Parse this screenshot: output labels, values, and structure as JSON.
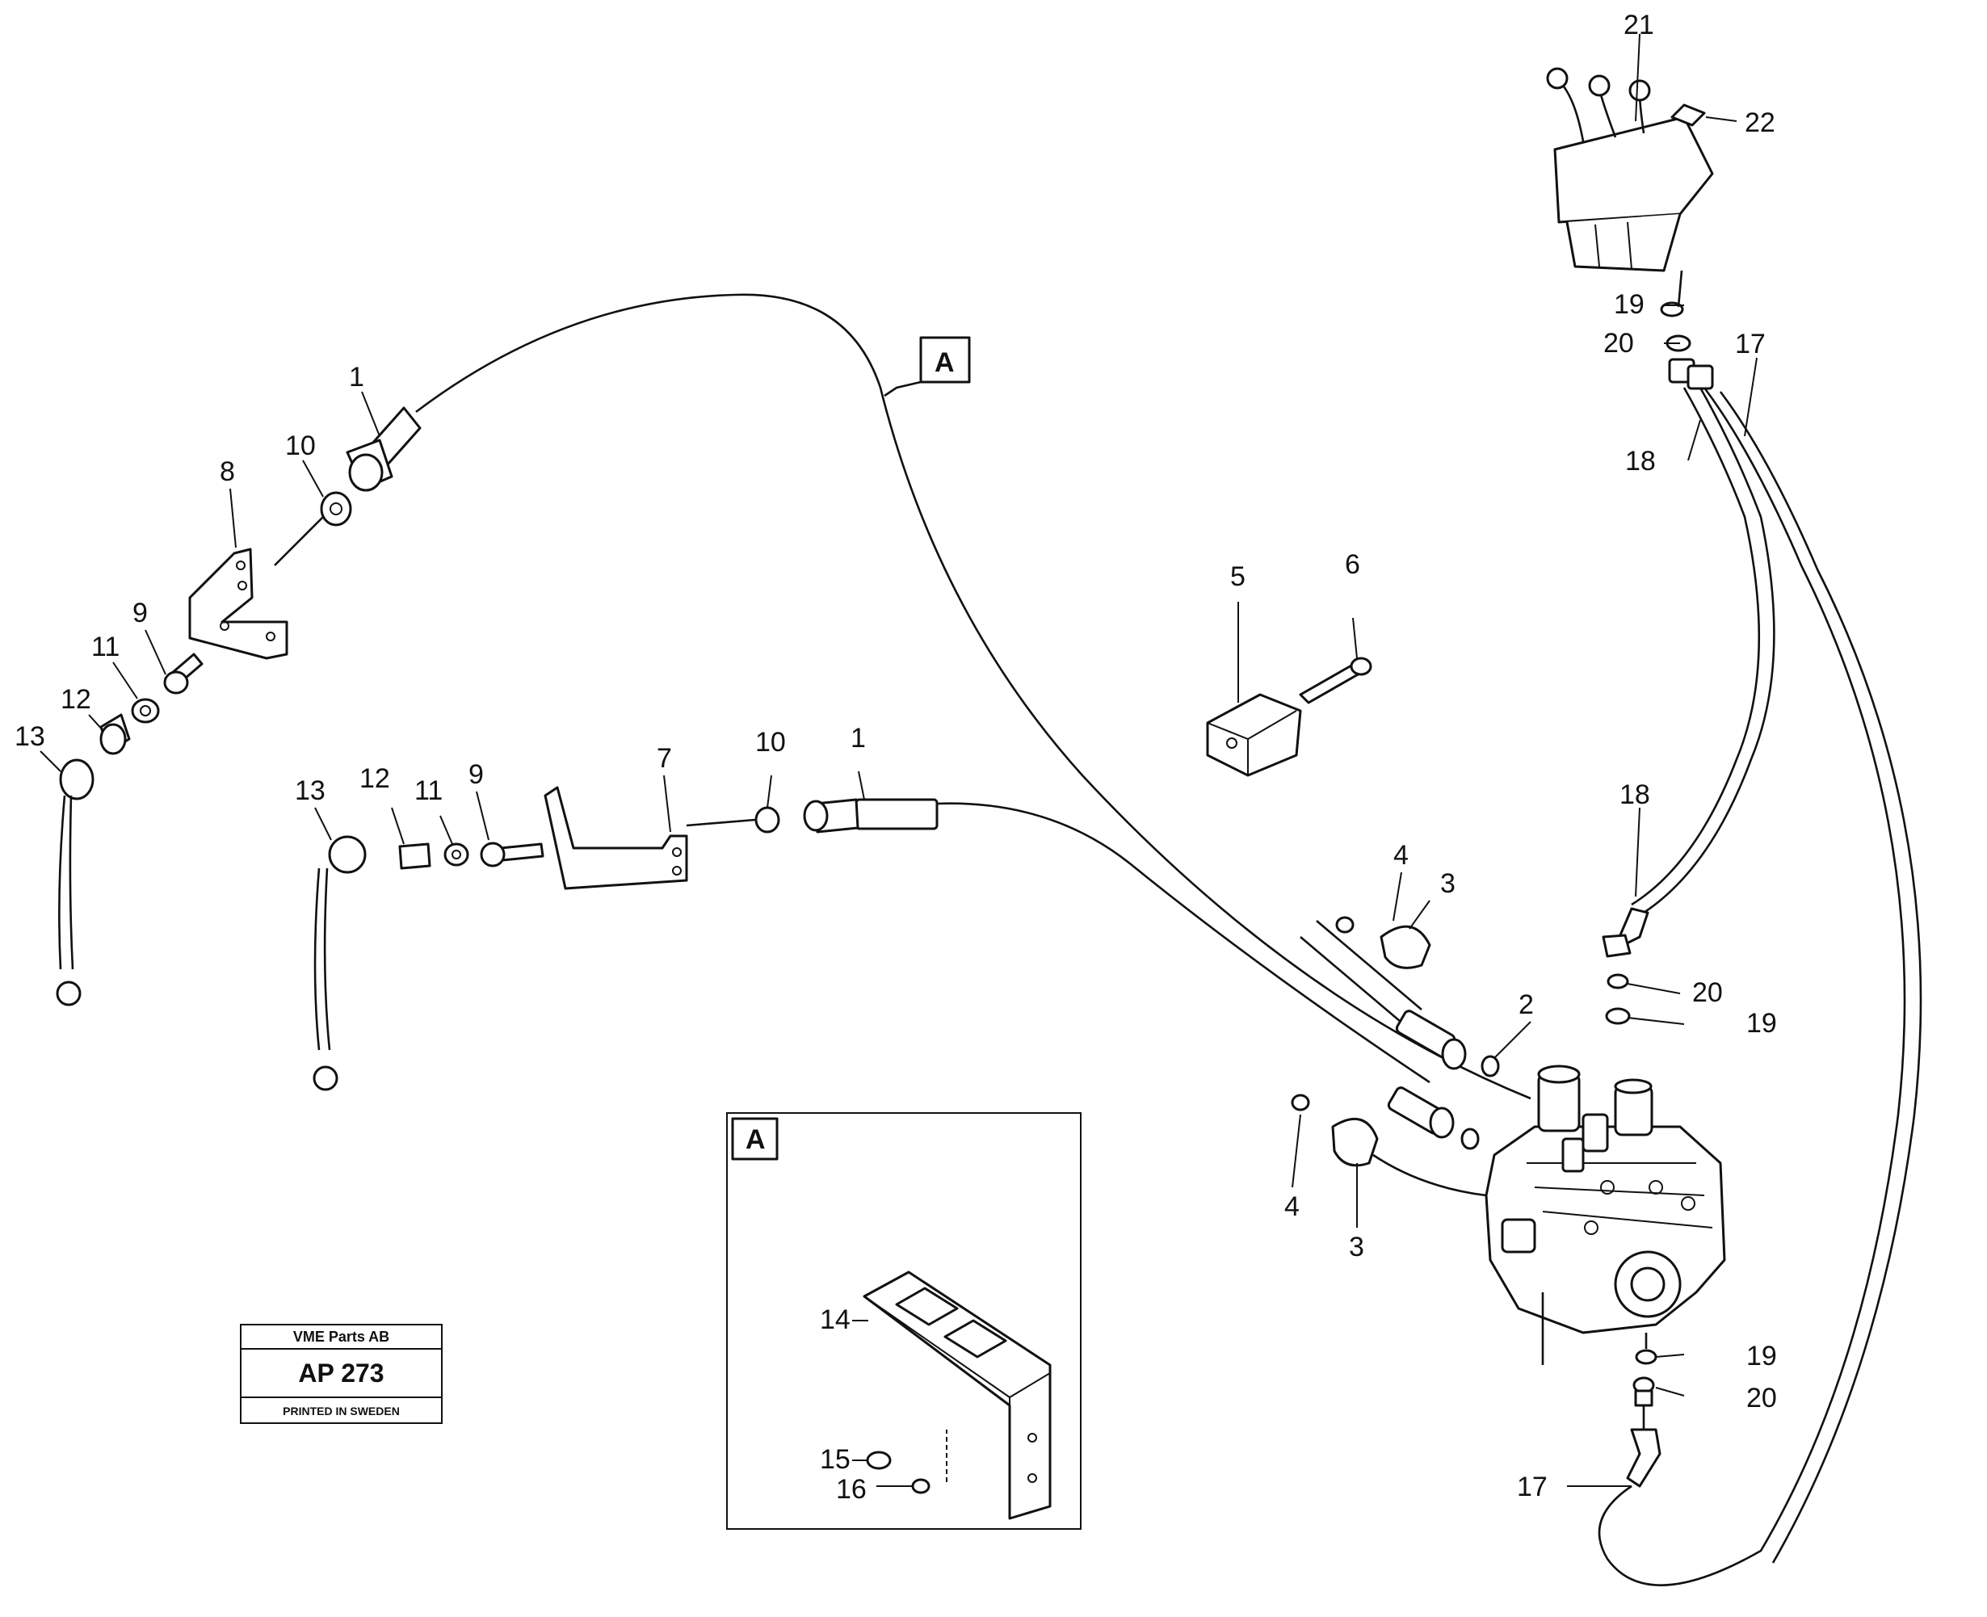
{
  "callouts": {
    "c1a": "1",
    "c1b": "1",
    "c2": "2",
    "c3a": "3",
    "c3b": "3",
    "c4a": "4",
    "c4b": "4",
    "c5": "5",
    "c6": "6",
    "c7": "7",
    "c8": "8",
    "c9a": "9",
    "c9b": "9",
    "c10a": "10",
    "c10b": "10",
    "c11a": "11",
    "c11b": "11",
    "c12a": "12",
    "c12b": "12",
    "c13a": "13",
    "c13b": "13",
    "c14": "14",
    "c15": "15",
    "c16": "16",
    "c17a": "17",
    "c17b": "17",
    "c18a": "18",
    "c18b": "18",
    "c19a": "19",
    "c19b": "19",
    "c19c": "19",
    "c20a": "20",
    "c20b": "20",
    "c20c": "20",
    "c21": "21",
    "c22": "22"
  },
  "detail": {
    "marker": "A",
    "inset_marker": "A"
  },
  "stamp": {
    "company": "VME Parts AB",
    "code": "AP 273",
    "printed": "PRINTED IN SWEDEN"
  }
}
